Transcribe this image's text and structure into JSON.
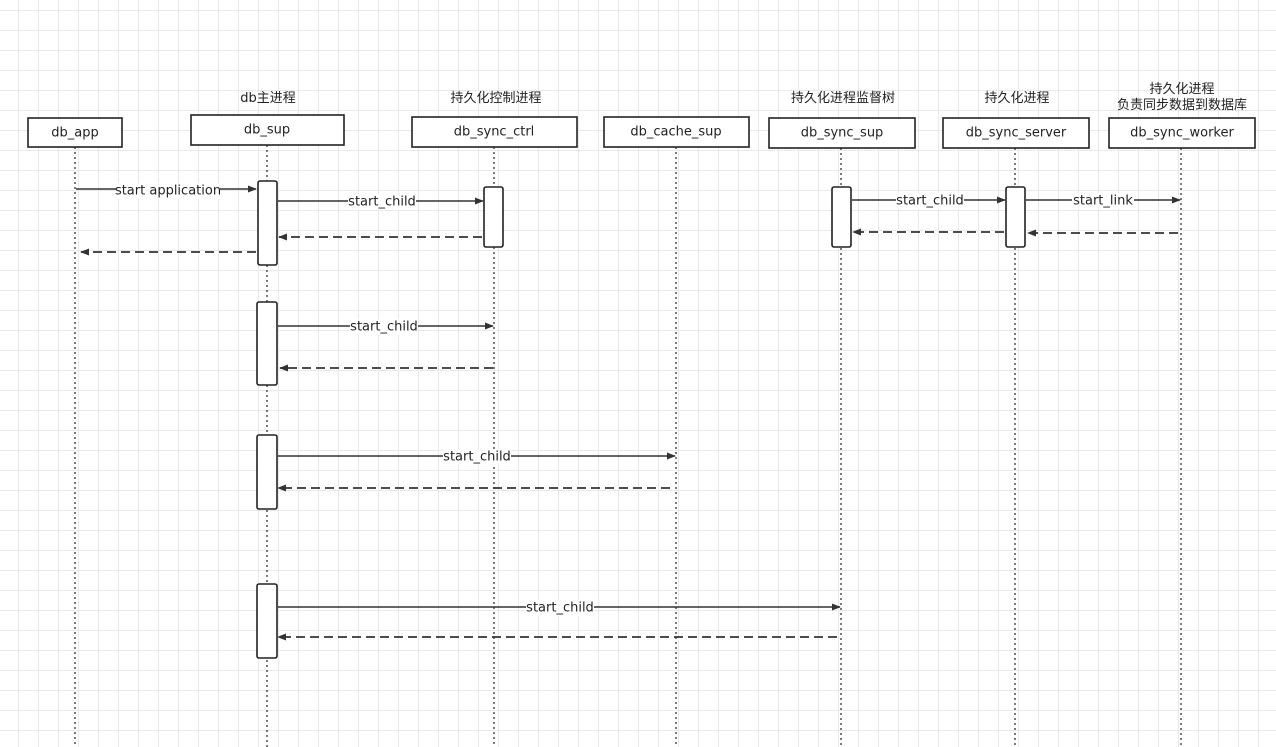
{
  "participants": [
    {
      "id": "db_app",
      "name": "db_app",
      "role": []
    },
    {
      "id": "db_sup",
      "name": "db_sup",
      "role": [
        "db主进程"
      ]
    },
    {
      "id": "db_sync_ctrl",
      "name": "db_sync_ctrl",
      "role": [
        "持久化控制进程"
      ]
    },
    {
      "id": "db_cache_sup",
      "name": "db_cache_sup",
      "role": []
    },
    {
      "id": "db_sync_sup",
      "name": "db_sync_sup",
      "role": [
        "持久化进程监督树"
      ]
    },
    {
      "id": "db_sync_server",
      "name": "db_sync_server",
      "role": [
        "持久化进程"
      ]
    },
    {
      "id": "db_sync_worker",
      "name": "db_sync_worker",
      "role": [
        "持久化进程",
        "负责同步数据到数据库"
      ]
    }
  ],
  "messages": [
    {
      "from": "db_app",
      "to": "db_sup",
      "label": "start application",
      "kind": "call"
    },
    {
      "from": "db_sup",
      "to": "db_sync_ctrl",
      "label": "start_child",
      "kind": "call"
    },
    {
      "from": "db_sync_ctrl",
      "to": "db_sup",
      "label": "",
      "kind": "return"
    },
    {
      "from": "db_sup",
      "to": "db_app",
      "label": "",
      "kind": "return"
    },
    {
      "from": "db_sync_sup",
      "to": "db_sync_server",
      "label": "start_child",
      "kind": "call"
    },
    {
      "from": "db_sync_server",
      "to": "db_sync_worker",
      "label": "start_link",
      "kind": "call"
    },
    {
      "from": "db_sync_server",
      "to": "db_sync_sup",
      "label": "",
      "kind": "return"
    },
    {
      "from": "db_sync_worker",
      "to": "db_sync_server",
      "label": "",
      "kind": "return"
    },
    {
      "from": "db_sup",
      "to": "db_sync_ctrl",
      "label": "start_child",
      "kind": "call"
    },
    {
      "from": "db_sync_ctrl",
      "to": "db_sup",
      "label": "",
      "kind": "return"
    },
    {
      "from": "db_sup",
      "to": "db_cache_sup",
      "label": "start_child",
      "kind": "call"
    },
    {
      "from": "db_cache_sup",
      "to": "db_sup",
      "label": "",
      "kind": "return"
    },
    {
      "from": "db_sup",
      "to": "db_sync_sup",
      "label": "start_child",
      "kind": "call"
    },
    {
      "from": "db_sync_sup",
      "to": "db_sup",
      "label": "",
      "kind": "return"
    }
  ],
  "colors": {
    "line": "#333333",
    "box_border": "#222222",
    "grid": "#e9e9e9",
    "background": "#ffffff"
  }
}
